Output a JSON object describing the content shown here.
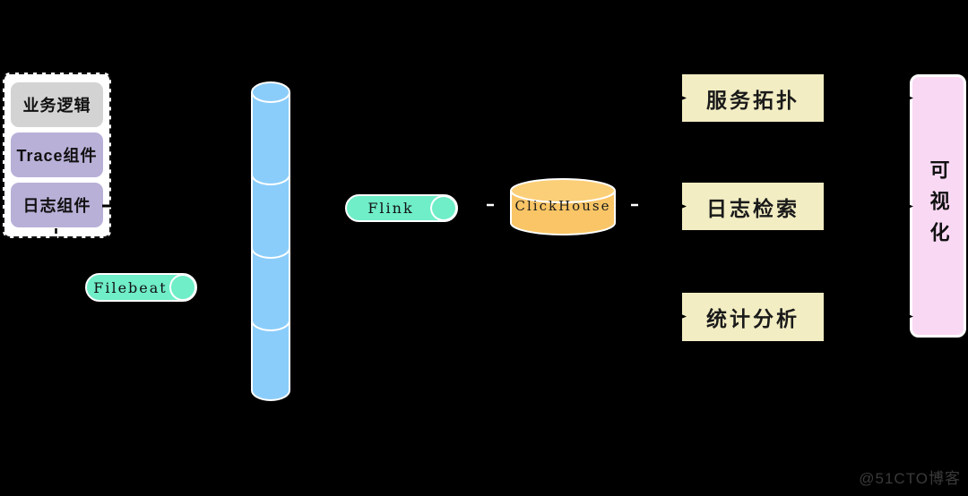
{
  "canvas": {
    "background": "#000000"
  },
  "nodes": {
    "sources_group": {
      "items": [
        {
          "label": "业务逻辑",
          "color": "#D3D3D3"
        },
        {
          "label": "Trace组件",
          "color": "#B9B0D8"
        },
        {
          "label": "日志组件",
          "color": "#B9B0D8"
        }
      ]
    },
    "filebeat": {
      "label": "Filebeat",
      "color": "#6FEEC8"
    },
    "kafka_queue": {
      "label": "",
      "color": "#8BCDFA",
      "segments": 4
    },
    "flink": {
      "label": "Flink",
      "color": "#6FEEC8"
    },
    "clickhouse": {
      "label": "ClickHouse",
      "color": "#F9C566"
    },
    "outputs": [
      {
        "label": "服务拓扑",
        "color": "#F2EDC3"
      },
      {
        "label": "日志检索",
        "color": "#F2EDC3"
      },
      {
        "label": "统计分析",
        "color": "#F2EDC3"
      }
    ],
    "visualization": {
      "label": "可视化",
      "color": "#F9D8F3"
    }
  },
  "watermark": {
    "label": "@51CTO博客",
    "color": "#3A3A3A"
  }
}
